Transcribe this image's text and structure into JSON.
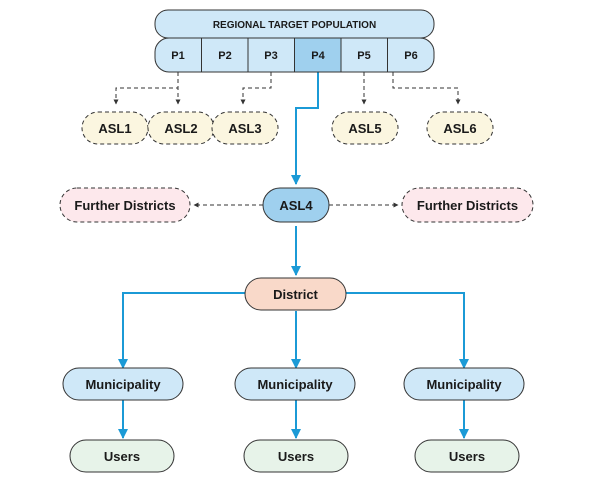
{
  "title": "REGIONAL TARGET POPULATION",
  "populations": [
    "P1",
    "P2",
    "P3",
    "P4",
    "P5",
    "P6"
  ],
  "asl_units": [
    "ASL1",
    "ASL2",
    "ASL3",
    "ASL5",
    "ASL6"
  ],
  "focus_asl": "ASL4",
  "further_districts": [
    "Further Districts",
    "Further Districts"
  ],
  "district": "District",
  "municipalities": [
    "Municipality",
    "Municipality",
    "Municipality"
  ],
  "users": [
    "Users",
    "Users",
    "Users"
  ],
  "colors": {
    "light_blue": "#cfe8f8",
    "focus_blue": "#9fd0ee",
    "cream": "#fbf6e0",
    "pink": "#fde8ec",
    "salmon": "#f9d9c9",
    "mint": "#e7f3e9",
    "arrow_blue": "#1b9ad6",
    "dashed": "#333333"
  }
}
